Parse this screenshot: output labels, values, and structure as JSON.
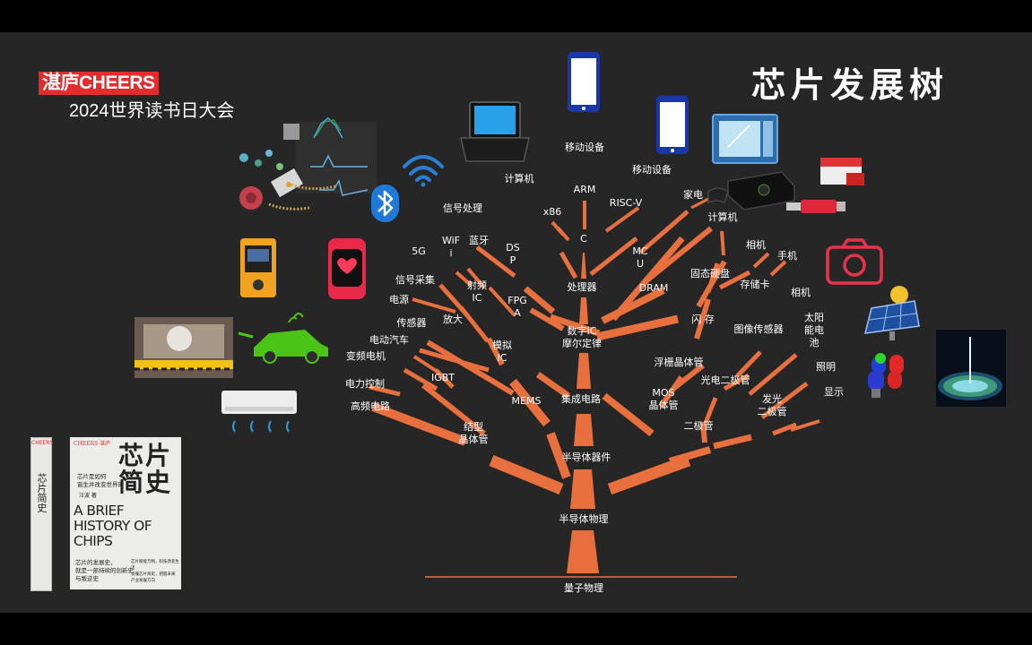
{
  "title": "芯片发展树",
  "brand": {
    "logo": "湛庐CHEERS",
    "event": "2024世界读书日大会"
  },
  "book": {
    "publisher_logo": "CHEERS 湛庐",
    "title": "芯片简史",
    "slogan": "芯片是如何\n诞生并改变世界的",
    "author": "汪波 著",
    "title_en": "A BRIEF\nHISTORY OF\nCHIPS",
    "footer": "芯片的发展史，\n就是一部持续的创新史\n与叛逆史",
    "footer_small": "芯片赋能万物，科技改变生活\n读懂芯片简史，把握未来\n产业发展方向"
  },
  "tree": {
    "trunk_color": "#e8703f",
    "nodes": [
      "量子物理",
      "半导体物理",
      "半导体器件",
      "结型\n晶体管",
      "高频电路",
      "电力控制",
      "IGBT",
      "变频电机",
      "电动汽车",
      "MEMS",
      "传感器",
      "集成电路",
      "模拟\nIC",
      "放大",
      "电源",
      "信号采集",
      "射频\nIC",
      "5G",
      "WiF\ni",
      "蓝牙",
      "数字IC\n摩尔定律",
      "FPG\nA",
      "DS\nP",
      "信号处理",
      "处理器",
      "C",
      "x86",
      "计算机",
      "ARM",
      "移动设备",
      "RISC-V",
      "移动设备",
      "MC\nU",
      "家电",
      "DRAM",
      "计算机",
      "闪 存",
      "固态硬盘",
      "存储卡",
      "相机",
      "手机",
      "MOS\n晶体管",
      "浮栅晶体管",
      "光电二极管",
      "图像传感器",
      "相机",
      "二极管",
      "发光\n二极管",
      "照明",
      "显示",
      "太阳\n能电\n池"
    ]
  },
  "icons": [
    "biosensor-diagram-icon",
    "wifi-icon",
    "bluetooth-icon",
    "laptop-icon",
    "smartphone-icon",
    "smartphone-small-icon",
    "microwave-icon",
    "game-console-icon",
    "memory-card-icon",
    "usb-drive-icon",
    "camera-icon",
    "solar-panel-icon",
    "led-icon",
    "wafer-icon",
    "defibrillator-icon",
    "smartwatch-icon",
    "car-crash-test-icon",
    "electric-car-icon",
    "air-conditioner-icon"
  ]
}
